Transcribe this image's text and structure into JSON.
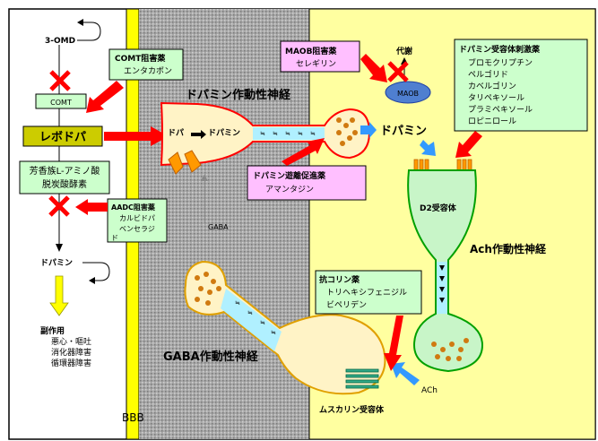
{
  "colors": {
    "background": "#ffffff",
    "bbb_wall": "#ffff00",
    "gray_region": "#a8a8a8",
    "brain_region": "#ffffa0",
    "neuron_fill": "#fff3c6",
    "neuron_dopamine_stroke": "#ff0000",
    "neuron_ach_fill": "#c8f5c8",
    "neuron_ach_stroke": "#00a000",
    "neuron_gaba_stroke": "#e0a000",
    "axon_fill": "#b0f0ff",
    "inhibitor_box": "#ffbfff",
    "green_box": "#ccffcc",
    "red_arrow": "#ff0000",
    "blue_arrow": "#3399ff",
    "yellow_arrow": "#ffff00",
    "mao_ellipse": "#4f7fd0"
  },
  "left_pathway": {
    "omd": "3-OMD",
    "comt": "COMT",
    "levodopa": "レボドパ",
    "aadc_line1": "芳香族L-アミノ酸",
    "aadc_line2": "脱炭酸酵素",
    "dopamine": "ドパミン",
    "side_effect_title": "副作用",
    "side_effect_1": "悪心・嘔吐",
    "side_effect_2": "消化器障害",
    "side_effect_3": "循環器障害"
  },
  "boxes": {
    "comt_inhibitor_title": "COMT阻害薬",
    "comt_inhibitor_drug": "エンタカポン",
    "aadc_inhibitor_title": "AADC阻害薬",
    "aadc_inhibitor_drug_1": "カルビドパ",
    "aadc_inhibitor_drug_2": "ベンセラジ",
    "aadc_inhibitor_drug_3": "ド",
    "maob_inhibitor_title": "MAOB阻害薬",
    "maob_inhibitor_drug": "セレギリン",
    "release_promoter_title": "ドパミン遊離促進薬",
    "release_promoter_drug": "アマンタジン",
    "agonist_title": "ドパミン受容体刺激薬",
    "agonist_drug_1": "ブロモクリプチン",
    "agonist_drug_2": "ペルゴリド",
    "agonist_drug_3": "カベルゴリン",
    "agonist_drug_4": "タリペキソール",
    "agonist_drug_5": "プラミペキソール",
    "agonist_drug_6": "ロピニロール",
    "anticholinergic_title": "抗コリン薬",
    "anticholinergic_drug_1": "トリヘキシフェニジル",
    "anticholinergic_drug_2": "ビペリデン"
  },
  "neurons": {
    "dopamine_neuron": "ドパミン作動性神経",
    "dopa_inside": "ドパ",
    "dopamine_inside": "ドパミン",
    "dopamine_released": "ドパミン",
    "metabolism": "代謝",
    "maob": "MAOB",
    "d2_receptor": "D2受容体",
    "ach_neuron": "Ach作動性神経",
    "gaba_neuron": "GABA作動性神経",
    "gaba": "GABA",
    "ach": "ACh",
    "muscarinic_receptor": "ムスカリン受容体",
    "bbb": "BBB"
  }
}
